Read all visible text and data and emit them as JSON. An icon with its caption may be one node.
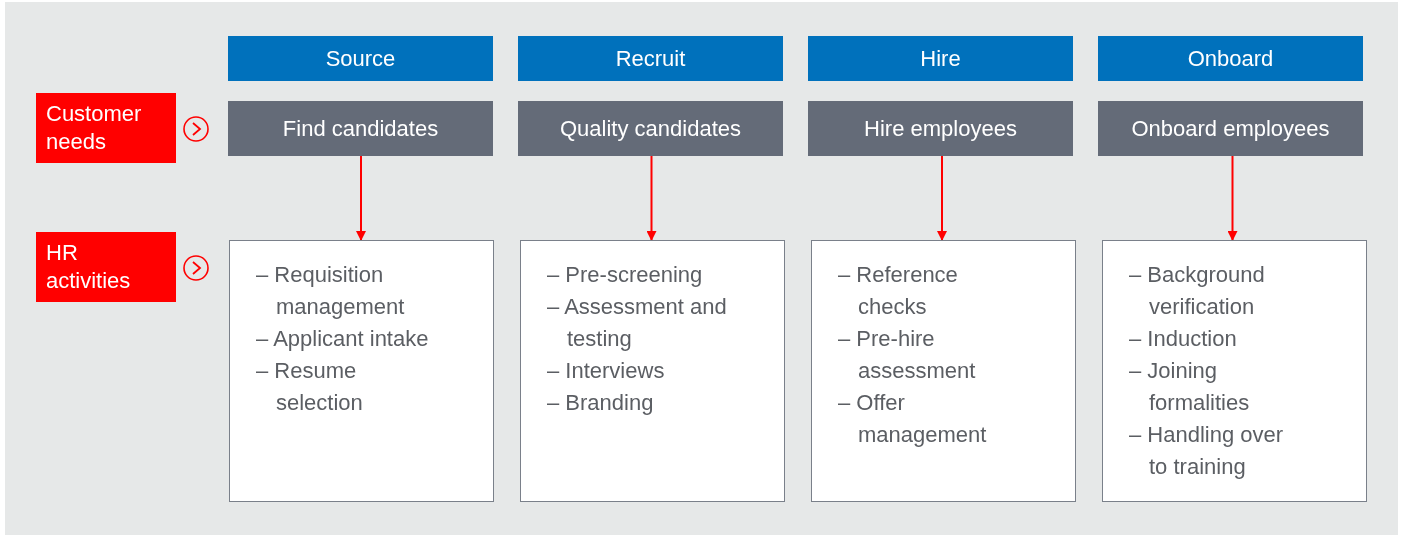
{
  "diagram": {
    "nodes": [
      {
        "text": [
          "Source"
        ]
      },
      {
        "text": [
          "Recruit"
        ]
      },
      {
        "text": [
          "Hire"
        ]
      },
      {
        "text": [
          "Onboard"
        ]
      },
      {
        "text": [
          "Customer needs"
        ]
      },
      {
        "text": [
          "HR activities"
        ]
      },
      {
        "text": [
          "Find candidates"
        ]
      },
      {
        "text": [
          "Quality candidates"
        ]
      },
      {
        "text": [
          "Hire employees"
        ]
      },
      {
        "text": [
          "Onboard employees"
        ]
      },
      {
        "text": [
          "– Requisition management",
          "– Applicant intake",
          "– Resume selection"
        ]
      },
      {
        "text": [
          "– Pre-screening",
          "– Assessment and testing",
          "– Interviews",
          "– Branding"
        ]
      },
      {
        "text": [
          "– Reference checks",
          "– Pre-hire assessment",
          "– Offer management"
        ]
      },
      {
        "text": [
          "– Background verification",
          "– Induction",
          "– Joining formalities",
          "– Handling over to training"
        ]
      }
    ],
    "edges": [
      {
        "from": 6,
        "to": 10,
        "arrow": "to"
      },
      {
        "from": 7,
        "to": 11,
        "arrow": "to"
      },
      {
        "from": 8,
        "to": 12,
        "arrow": "to"
      },
      {
        "from": 9,
        "to": 13,
        "arrow": "to"
      }
    ]
  }
}
